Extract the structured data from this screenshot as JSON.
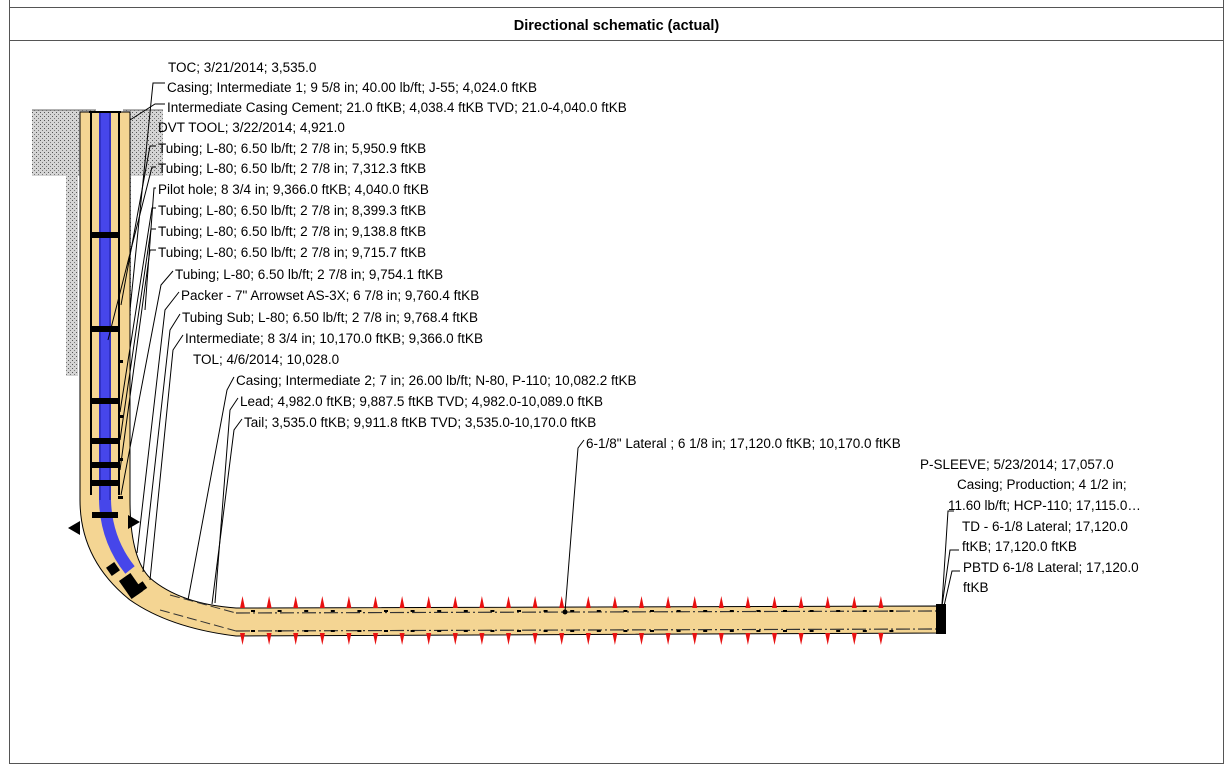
{
  "title": "Directional schematic (actual)",
  "colors": {
    "borehole": "#f4d593",
    "tubing": "#5252f2",
    "casing": "#000000",
    "perforation": "#e81010",
    "cement": "#c8c8c8"
  },
  "labels": [
    "TOC; 3/21/2014; 3,535.0",
    "Casing; Intermediate 1; 9 5/8 in; 40.00 lb/ft; J-55; 4,024.0 ftKB",
    "Intermediate Casing Cement; 21.0 ftKB; 4,038.4 ftKB TVD; 21.0-4,040.0 ftKB",
    "DVT TOOL; 3/22/2014; 4,921.0",
    "Tubing; L-80; 6.50 lb/ft; 2 7/8 in; 5,950.9 ftKB",
    "Tubing; L-80; 6.50 lb/ft; 2 7/8 in; 7,312.3 ftKB",
    "Pilot hole; 8 3/4 in; 9,366.0 ftKB; 4,040.0 ftKB",
    "Tubing; L-80; 6.50 lb/ft; 2 7/8 in; 8,399.3 ftKB",
    "Tubing; L-80; 6.50 lb/ft; 2 7/8 in; 9,138.8 ftKB",
    "Tubing; L-80; 6.50 lb/ft; 2 7/8 in; 9,715.7 ftKB",
    "Tubing; L-80; 6.50 lb/ft; 2 7/8 in; 9,754.1 ftKB",
    "Packer - 7\" Arrowset AS-3X; 6 7/8 in; 9,760.4 ftKB",
    "Tubing Sub; L-80; 6.50 lb/ft; 2 7/8 in; 9,768.4 ftKB",
    "Intermediate; 8 3/4 in; 10,170.0 ftKB; 9,366.0 ftKB",
    "TOL; 4/6/2014; 10,028.0",
    "Casing; Intermediate 2; 7 in; 26.00 lb/ft; N-80, P-110; 10,082.2 ftKB",
    "Lead; 4,982.0 ftKB; 9,887.5 ftKB TVD; 4,982.0-10,089.0 ftKB",
    "Tail; 3,535.0 ftKB; 9,911.8 ftKB TVD; 3,535.0-10,170.0 ftKB",
    "6-1/8\" Lateral ; 6 1/8 in; 17,120.0 ftKB; 10,170.0 ftKB",
    "P-SLEEVE; 5/23/2014; 17,057.0",
    "Casing; Production; 4 1/2 in;",
    "11.60 lb/ft; HCP-110; 17,115.0…",
    "TD - 6-1/8 Lateral; 17,120.0",
    "ftKB; 17,120.0 ftKB",
    "PBTD 6-1/8 Lateral; 17,120.0",
    "ftKB"
  ]
}
